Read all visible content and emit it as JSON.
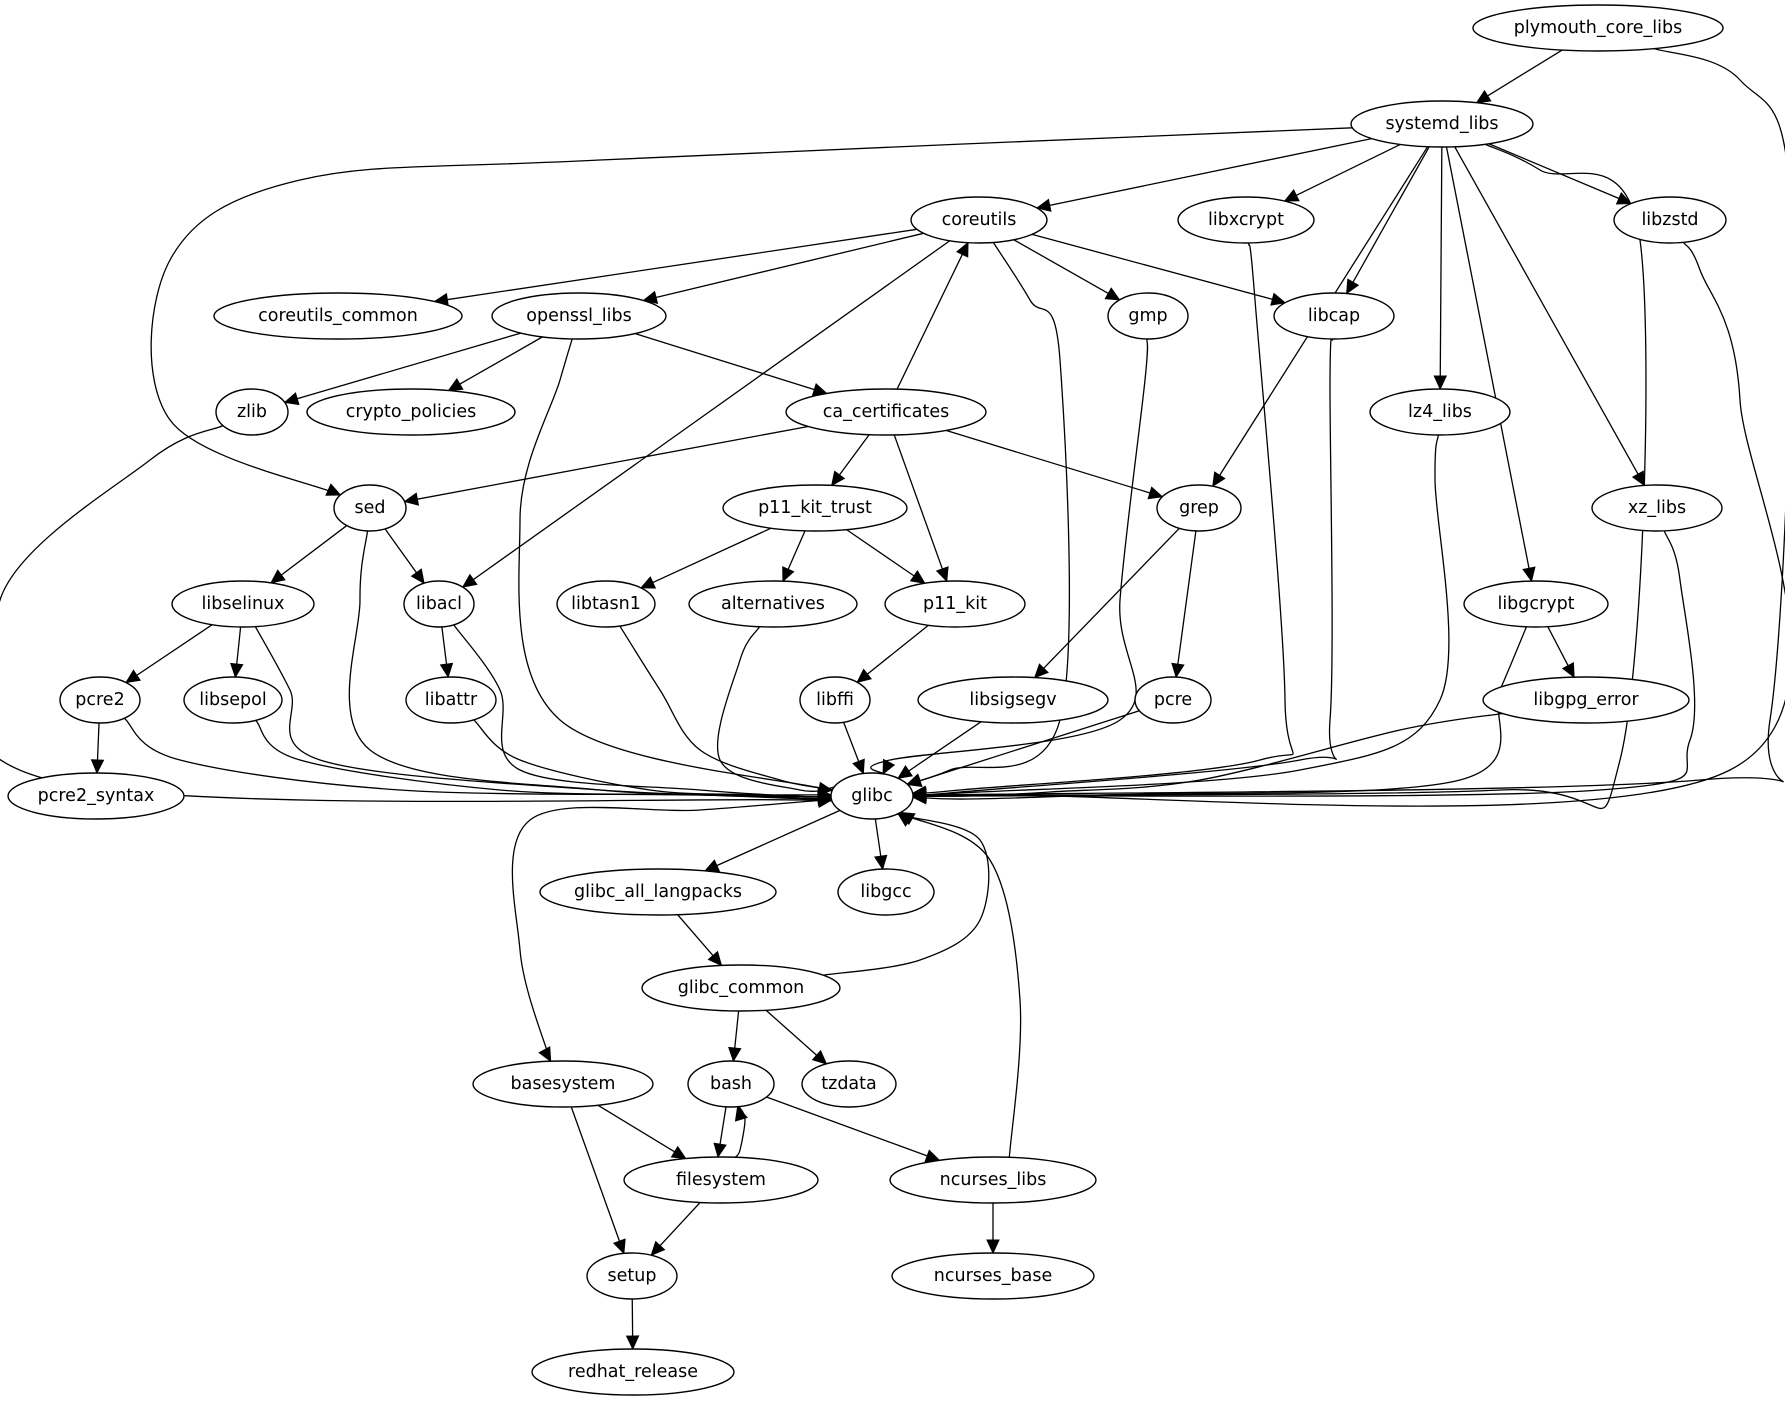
{
  "graph": {
    "type": "directed-dependency-graph",
    "colors": {
      "stroke": "#000000",
      "fill": "#ffffff",
      "background": "#ffffff",
      "text": "#000000"
    },
    "nodes": [
      {
        "id": "plymouth_core_libs",
        "label": "plymouth_core_libs"
      },
      {
        "id": "systemd_libs",
        "label": "systemd_libs"
      },
      {
        "id": "coreutils",
        "label": "coreutils"
      },
      {
        "id": "libxcrypt",
        "label": "libxcrypt"
      },
      {
        "id": "libzstd",
        "label": "libzstd"
      },
      {
        "id": "coreutils_common",
        "label": "coreutils_common"
      },
      {
        "id": "openssl_libs",
        "label": "openssl_libs"
      },
      {
        "id": "gmp",
        "label": "gmp"
      },
      {
        "id": "libcap",
        "label": "libcap"
      },
      {
        "id": "zlib",
        "label": "zlib"
      },
      {
        "id": "crypto_policies",
        "label": "crypto_policies"
      },
      {
        "id": "ca_certificates",
        "label": "ca_certificates"
      },
      {
        "id": "lz4_libs",
        "label": "lz4_libs"
      },
      {
        "id": "sed",
        "label": "sed"
      },
      {
        "id": "p11_kit_trust",
        "label": "p11_kit_trust"
      },
      {
        "id": "grep",
        "label": "grep"
      },
      {
        "id": "xz_libs",
        "label": "xz_libs"
      },
      {
        "id": "libselinux",
        "label": "libselinux"
      },
      {
        "id": "libacl",
        "label": "libacl"
      },
      {
        "id": "libtasn1",
        "label": "libtasn1"
      },
      {
        "id": "alternatives",
        "label": "alternatives"
      },
      {
        "id": "p11_kit",
        "label": "p11_kit"
      },
      {
        "id": "libgcrypt",
        "label": "libgcrypt"
      },
      {
        "id": "pcre2",
        "label": "pcre2"
      },
      {
        "id": "libsepol",
        "label": "libsepol"
      },
      {
        "id": "libattr",
        "label": "libattr"
      },
      {
        "id": "libffi",
        "label": "libffi"
      },
      {
        "id": "libsigsegv",
        "label": "libsigsegv"
      },
      {
        "id": "pcre",
        "label": "pcre"
      },
      {
        "id": "libgpg_error",
        "label": "libgpg_error"
      },
      {
        "id": "pcre2_syntax",
        "label": "pcre2_syntax"
      },
      {
        "id": "glibc",
        "label": "glibc"
      },
      {
        "id": "glibc_all_langpacks",
        "label": "glibc_all_langpacks"
      },
      {
        "id": "libgcc",
        "label": "libgcc"
      },
      {
        "id": "glibc_common",
        "label": "glibc_common"
      },
      {
        "id": "basesystem",
        "label": "basesystem"
      },
      {
        "id": "bash",
        "label": "bash"
      },
      {
        "id": "tzdata",
        "label": "tzdata"
      },
      {
        "id": "filesystem",
        "label": "filesystem"
      },
      {
        "id": "ncurses_libs",
        "label": "ncurses_libs"
      },
      {
        "id": "setup",
        "label": "setup"
      },
      {
        "id": "ncurses_base",
        "label": "ncurses_base"
      },
      {
        "id": "redhat_release",
        "label": "redhat_release"
      }
    ],
    "edges": [
      [
        "plymouth_core_libs",
        "systemd_libs"
      ],
      [
        "plymouth_core_libs",
        "glibc"
      ],
      [
        "systemd_libs",
        "sed"
      ],
      [
        "systemd_libs",
        "coreutils"
      ],
      [
        "systemd_libs",
        "libxcrypt"
      ],
      [
        "systemd_libs",
        "libcap"
      ],
      [
        "systemd_libs",
        "grep"
      ],
      [
        "systemd_libs",
        "lz4_libs"
      ],
      [
        "systemd_libs",
        "libgcrypt"
      ],
      [
        "systemd_libs",
        "xz_libs"
      ],
      [
        "systemd_libs",
        "libzstd"
      ],
      [
        "systemd_libs",
        "glibc"
      ],
      [
        "coreutils",
        "coreutils_common"
      ],
      [
        "coreutils",
        "openssl_libs"
      ],
      [
        "coreutils",
        "libacl"
      ],
      [
        "coreutils",
        "gmp"
      ],
      [
        "coreutils",
        "libcap"
      ],
      [
        "coreutils",
        "glibc"
      ],
      [
        "libxcrypt",
        "glibc"
      ],
      [
        "libzstd",
        "glibc"
      ],
      [
        "openssl_libs",
        "zlib"
      ],
      [
        "openssl_libs",
        "crypto_policies"
      ],
      [
        "openssl_libs",
        "ca_certificates"
      ],
      [
        "openssl_libs",
        "glibc"
      ],
      [
        "gmp",
        "glibc"
      ],
      [
        "libcap",
        "glibc"
      ],
      [
        "zlib",
        "glibc"
      ],
      [
        "ca_certificates",
        "coreutils"
      ],
      [
        "ca_certificates",
        "sed"
      ],
      [
        "ca_certificates",
        "p11_kit_trust"
      ],
      [
        "ca_certificates",
        "p11_kit"
      ],
      [
        "ca_certificates",
        "grep"
      ],
      [
        "lz4_libs",
        "glibc"
      ],
      [
        "sed",
        "libselinux"
      ],
      [
        "sed",
        "libacl"
      ],
      [
        "sed",
        "glibc"
      ],
      [
        "p11_kit_trust",
        "libtasn1"
      ],
      [
        "p11_kit_trust",
        "alternatives"
      ],
      [
        "p11_kit_trust",
        "p11_kit"
      ],
      [
        "grep",
        "libsigsegv"
      ],
      [
        "grep",
        "pcre"
      ],
      [
        "xz_libs",
        "glibc"
      ],
      [
        "libselinux",
        "pcre2"
      ],
      [
        "libselinux",
        "libsepol"
      ],
      [
        "libselinux",
        "glibc"
      ],
      [
        "libacl",
        "libattr"
      ],
      [
        "libacl",
        "glibc"
      ],
      [
        "libtasn1",
        "glibc"
      ],
      [
        "alternatives",
        "glibc"
      ],
      [
        "p11_kit",
        "libffi"
      ],
      [
        "libgcrypt",
        "libgpg_error"
      ],
      [
        "libgcrypt",
        "glibc"
      ],
      [
        "pcre2",
        "pcre2_syntax"
      ],
      [
        "pcre2",
        "glibc"
      ],
      [
        "libsepol",
        "glibc"
      ],
      [
        "libattr",
        "glibc"
      ],
      [
        "libffi",
        "glibc"
      ],
      [
        "libsigsegv",
        "glibc"
      ],
      [
        "pcre",
        "glibc"
      ],
      [
        "libgpg_error",
        "glibc"
      ],
      [
        "glibc",
        "basesystem"
      ],
      [
        "glibc",
        "glibc_all_langpacks"
      ],
      [
        "glibc",
        "libgcc"
      ],
      [
        "glibc_all_langpacks",
        "glibc_common"
      ],
      [
        "glibc_common",
        "glibc"
      ],
      [
        "glibc_common",
        "bash"
      ],
      [
        "glibc_common",
        "tzdata"
      ],
      [
        "basesystem",
        "filesystem"
      ],
      [
        "basesystem",
        "setup"
      ],
      [
        "bash",
        "filesystem"
      ],
      [
        "bash",
        "ncurses_libs"
      ],
      [
        "filesystem",
        "bash"
      ],
      [
        "filesystem",
        "setup"
      ],
      [
        "ncurses_libs",
        "glibc"
      ],
      [
        "ncurses_libs",
        "ncurses_base"
      ],
      [
        "setup",
        "redhat_release"
      ]
    ]
  }
}
